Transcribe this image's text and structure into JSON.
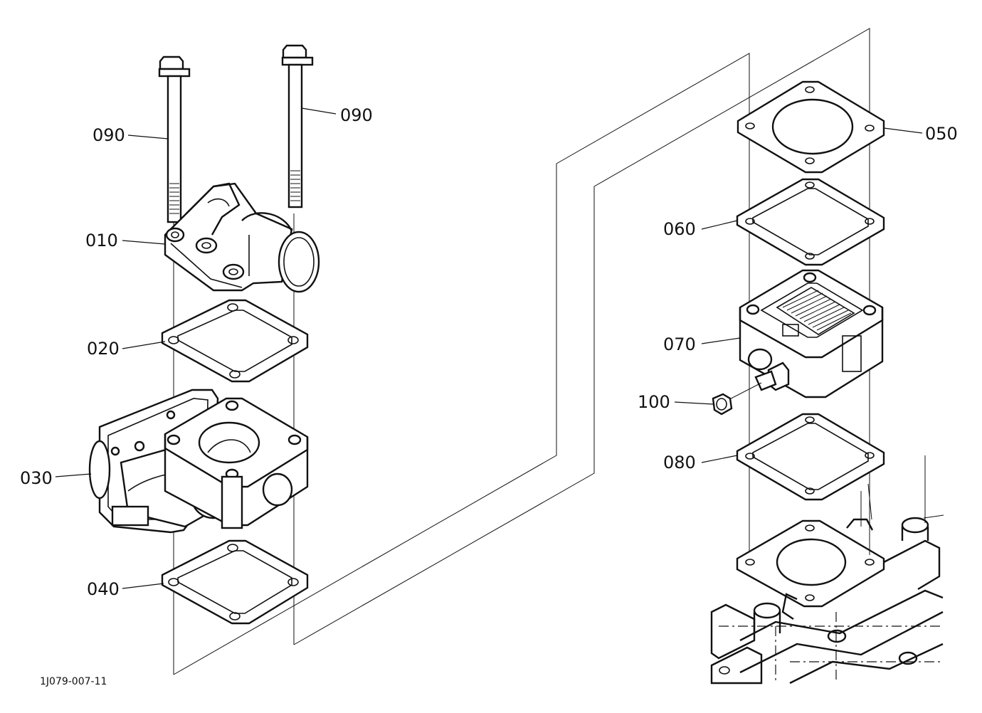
{
  "diagram": {
    "drawing_code": "1J079-007-11",
    "callouts": {
      "p090_left": "090",
      "p090_right": "090",
      "p010": "010",
      "p020": "020",
      "p030": "030",
      "p040": "040",
      "p050": "050",
      "p060": "060",
      "p070": "070",
      "p100": "100",
      "p080": "080"
    }
  }
}
